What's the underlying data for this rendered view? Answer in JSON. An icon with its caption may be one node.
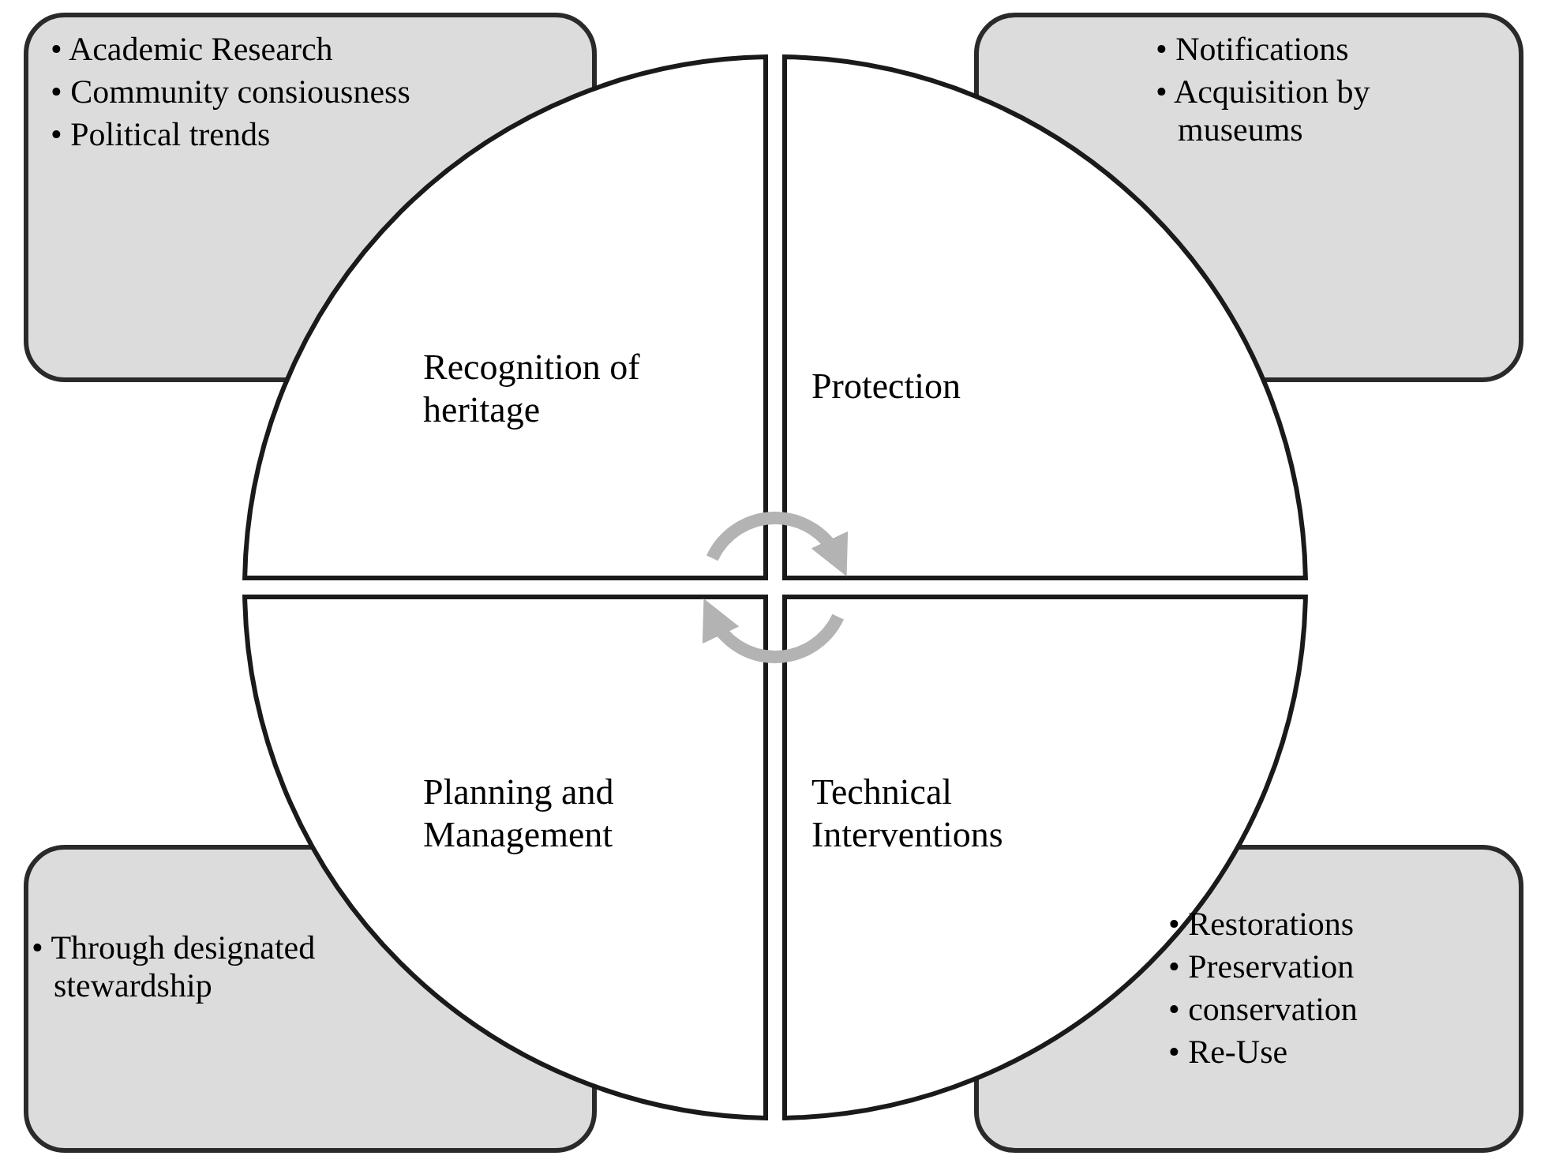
{
  "diagram": {
    "nodes": [
      {
        "text": [
          "• Academic Research",
          "• Community consiousness",
          "• Political trends"
        ]
      },
      {
        "text": [
          "• Notifications",
          "• Acquisition by museums"
        ]
      },
      {
        "text": [
          "Recognition of heritage"
        ]
      },
      {
        "text": [
          "Protection"
        ]
      },
      {
        "text": [
          "Planning and Management"
        ]
      },
      {
        "text": [
          "Technical Interventions"
        ]
      },
      {
        "text": [
          "• Through designated stewardship"
        ]
      },
      {
        "text": [
          "• Restorations",
          "• Preservation",
          "• conservation",
          "• Re-Use"
        ]
      }
    ],
    "edges": [
      {
        "from": 2,
        "to": 3,
        "arrow": "to"
      },
      {
        "from": 5,
        "to": 4,
        "arrow": "to"
      }
    ]
  }
}
